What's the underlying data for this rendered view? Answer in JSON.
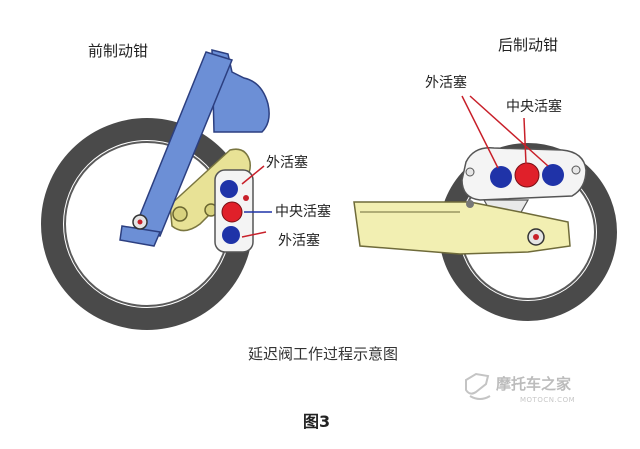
{
  "labels": {
    "front_caliper": "前制动钳",
    "rear_caliper": "后制动钳",
    "outer_piston_upper": "外活塞",
    "center_piston_front": "中央活塞",
    "outer_piston_lower": "外活塞",
    "outer_piston_rear": "外活塞",
    "center_piston_rear": "中央活塞",
    "caption": "延迟阀工作过程示意图",
    "figure_number": "图3"
  },
  "watermark": {
    "text": "摩托车之家",
    "sub": "MOTOCN.COM"
  },
  "colors": {
    "tire": "#4a4a4a",
    "fork": "#6c8fd6",
    "caliper": "#f4f4f4",
    "outer_piston": "#1f33a8",
    "center_piston": "#e0202a",
    "swingarm": "#f2efb2",
    "yellow_part": "#e8e296",
    "leader_red": "#c8202a",
    "leader_blue": "#1f33a8"
  }
}
